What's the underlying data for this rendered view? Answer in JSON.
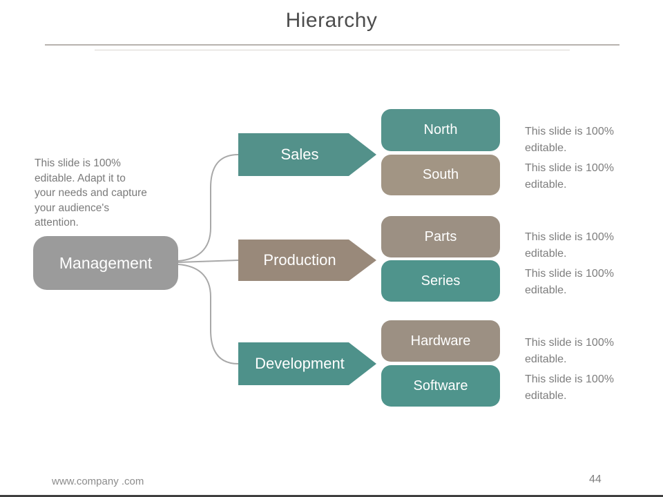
{
  "title": "Hierarchy",
  "intro_text": "This slide is 100%\neditable. Adapt it to\nyour needs and capture\nyour audience's\nattention.",
  "root": {
    "label": "Management",
    "color": "#9b9b9b"
  },
  "branches": [
    {
      "label": "Sales",
      "color": "#53918a",
      "children": [
        {
          "label": "North",
          "color": "#55938c",
          "caption": "This slide is 100%\neditable."
        },
        {
          "label": "South",
          "color": "#a29584",
          "caption": "This slide is 100%\neditable."
        }
      ]
    },
    {
      "label": "Production",
      "color": "#99897a",
      "children": [
        {
          "label": "Parts",
          "color": "#9c9083",
          "caption": "This slide is 100%\neditable."
        },
        {
          "label": "Series",
          "color": "#4f948c",
          "caption": "This slide is 100%\neditable."
        }
      ]
    },
    {
      "label": "Development",
      "color": "#4e918a",
      "children": [
        {
          "label": "Hardware",
          "color": "#9c9083",
          "caption": "This slide is 100%\neditable."
        },
        {
          "label": "Software",
          "color": "#4f948c",
          "caption": "This slide is 100%\neditable."
        }
      ]
    }
  ],
  "footer": {
    "website": "www.company .com",
    "page_number": "44"
  },
  "colors": {
    "connector": "#a8a8a8",
    "title_text": "#4d4d4d",
    "body_text": "#7d7d7d"
  }
}
